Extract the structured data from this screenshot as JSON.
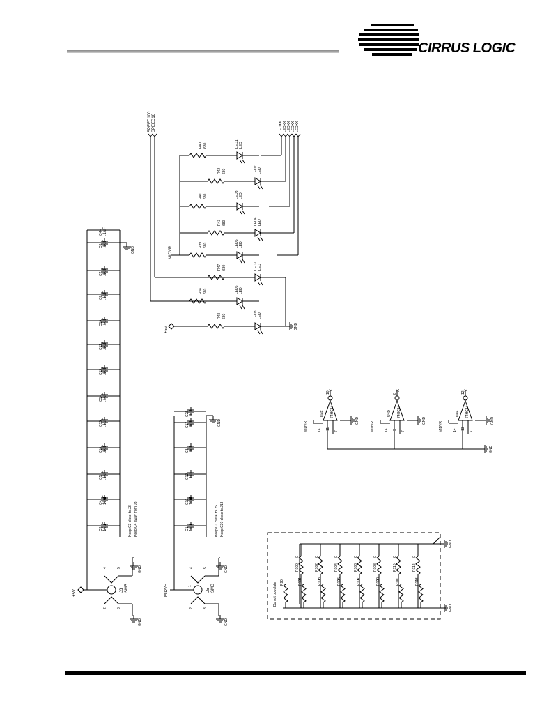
{
  "brand": {
    "name": "CIRRUS LOGIC"
  },
  "colors": {
    "ink": "#000000",
    "rule": "#888888"
  },
  "schematic": {
    "net_labels": {
      "speed_100": "SPEED100",
      "speed_10": "SPEED10",
      "p5v": "+5V",
      "mid_vr": "MIDVR",
      "gnd": "GND"
    },
    "led_nets": [
      "LEDXX",
      "LEDXX",
      "LEDXX",
      "LEDXX",
      "LEDXX"
    ],
    "led_col_a": [
      {
        "r": "R40",
        "rv": "680",
        "led": "LED1",
        "lv": "LED"
      },
      {
        "r": "R41",
        "rv": "680",
        "led": "LED3",
        "lv": "LED"
      },
      {
        "r": "R39",
        "rv": "680",
        "led": "LED5",
        "lv": "LED"
      },
      {
        "r": "R56",
        "rv": "680",
        "led": "LED6",
        "lv": "LED"
      }
    ],
    "led_col_b": [
      {
        "r": "R42",
        "rv": "680",
        "led": "LED2",
        "lv": "LED"
      },
      {
        "r": "R43",
        "rv": "680",
        "led": "LED4",
        "lv": "LED"
      },
      {
        "r": "R47",
        "rv": "680",
        "led": "LED7",
        "lv": "LED"
      },
      {
        "r": "R48",
        "rv": "680",
        "led": "LED8",
        "lv": "LED"
      }
    ],
    "caps_top": [
      {
        "ref": "C3",
        "val": "10uF"
      },
      {
        "ref": "C4",
        "val": "10uF"
      },
      {
        "ref": "C5",
        "val": ".1uF"
      },
      {
        "ref": "C16",
        "val": ".1uF"
      },
      {
        "ref": "C15",
        "val": ".1uF"
      },
      {
        "ref": "C14",
        "val": ".1uF"
      },
      {
        "ref": "C13",
        "val": ".1uF"
      },
      {
        "ref": "C11",
        "val": ".1uF"
      },
      {
        "ref": "C10",
        "val": ".1uF"
      },
      {
        "ref": "C8",
        "val": ".1uF"
      },
      {
        "ref": "C7",
        "val": ".1uF"
      },
      {
        "ref": "C6",
        "val": ".1uF"
      },
      {
        "ref": "C44",
        "val": ".1uF"
      }
    ],
    "caps_mid": [
      {
        "ref": "C1",
        "val": "10uF"
      },
      {
        "ref": "C30",
        "val": "10uF"
      },
      {
        "ref": "C12",
        "val": ".1uF"
      },
      {
        "ref": "C34",
        "val": ".1uF"
      },
      {
        "ref": "C17",
        "val": ".1uF"
      },
      {
        "ref": "C25",
        "val": ".1uF"
      }
    ],
    "notes_top": [
      "Keep C3 close to J3",
      "Keep C4 away from J3"
    ],
    "notes_mid": [
      "Keep C1 close to J5",
      "Keep C30 close to J13"
    ],
    "connectors": [
      {
        "ref": "J3",
        "type": "SMB",
        "pins": [
          "1",
          "2",
          "3",
          "4",
          "5"
        ]
      },
      {
        "ref": "J5",
        "type": "SMB",
        "pins": [
          "1",
          "2",
          "3",
          "4",
          "5"
        ]
      }
    ],
    "inverters": [
      {
        "ref": "U4E",
        "part": "74HC14",
        "in_pin": "11",
        "out_pin": "10",
        "vcc_pin": "14",
        "gnd_pin": "7"
      },
      {
        "ref": "U4D",
        "part": "74HC14",
        "in_pin": "9",
        "out_pin": "8",
        "vcc_pin": "14",
        "gnd_pin": "7"
      },
      {
        "ref": "U4F",
        "part": "74HC14",
        "in_pin": "13",
        "out_pin": "12",
        "vcc_pin": "14",
        "gnd_pin": "7"
      }
    ],
    "dnp_box": {
      "title": "Do not populate",
      "left": [
        {
          "r": "R9",
          "v": "0"
        },
        {
          "r": "R101",
          "v": "0"
        },
        {
          "r": "R103",
          "v": "0"
        },
        {
          "r": "R105",
          "v": "0"
        },
        {
          "r": "R107",
          "v": "0"
        },
        {
          "r": "R109",
          "v": "0"
        },
        {
          "r": "R111",
          "v": "0"
        },
        {
          "r": "R113",
          "v": "0"
        }
      ],
      "right": [
        {
          "r": "R100",
          "v": "0"
        },
        {
          "r": "R102",
          "v": "0"
        },
        {
          "r": "R104",
          "v": "0"
        },
        {
          "r": "R106",
          "v": "0"
        },
        {
          "r": "R108",
          "v": "0"
        },
        {
          "r": "R110",
          "v": "0"
        },
        {
          "r": "R112",
          "v": "0"
        }
      ]
    }
  }
}
